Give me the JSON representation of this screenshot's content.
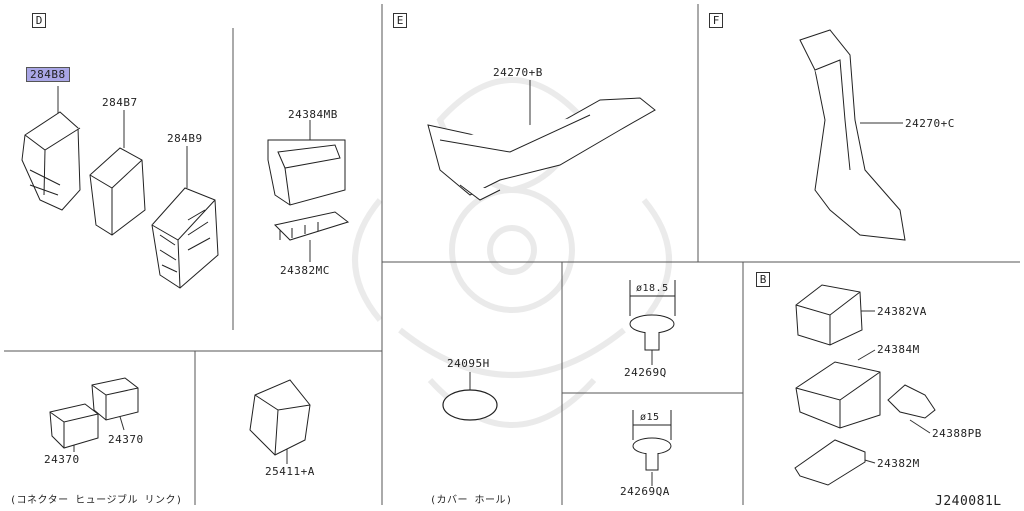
{
  "sections": {
    "D": "D",
    "E": "E",
    "F": "F",
    "B": "B"
  },
  "parts": {
    "p284B8": "284B8",
    "p284B7": "284B7",
    "p284B9": "284B9",
    "p24384MB": "24384MB",
    "p24382MC": "24382MC",
    "p24370a": "24370",
    "p24370b": "24370",
    "p25411A": "25411+A",
    "p24270B": "24270+B",
    "p24270C": "24270+C",
    "p24095H": "24095H",
    "p24269Q": "24269Q",
    "p24269QA": "24269QA",
    "p24382VA": "24382VA",
    "p24384M": "24384M",
    "p24388PB": "24388PB",
    "p24382M": "24382M"
  },
  "dims": {
    "d185": "ø18.5",
    "d15": "ø15"
  },
  "notes": {
    "fusible": "(コネクター ヒュージブル リンク)",
    "cover": "(カバー ホール)"
  },
  "diagram_code": "J240081L",
  "colors": {
    "highlight": "#a9a6e6",
    "line": "#333333"
  }
}
